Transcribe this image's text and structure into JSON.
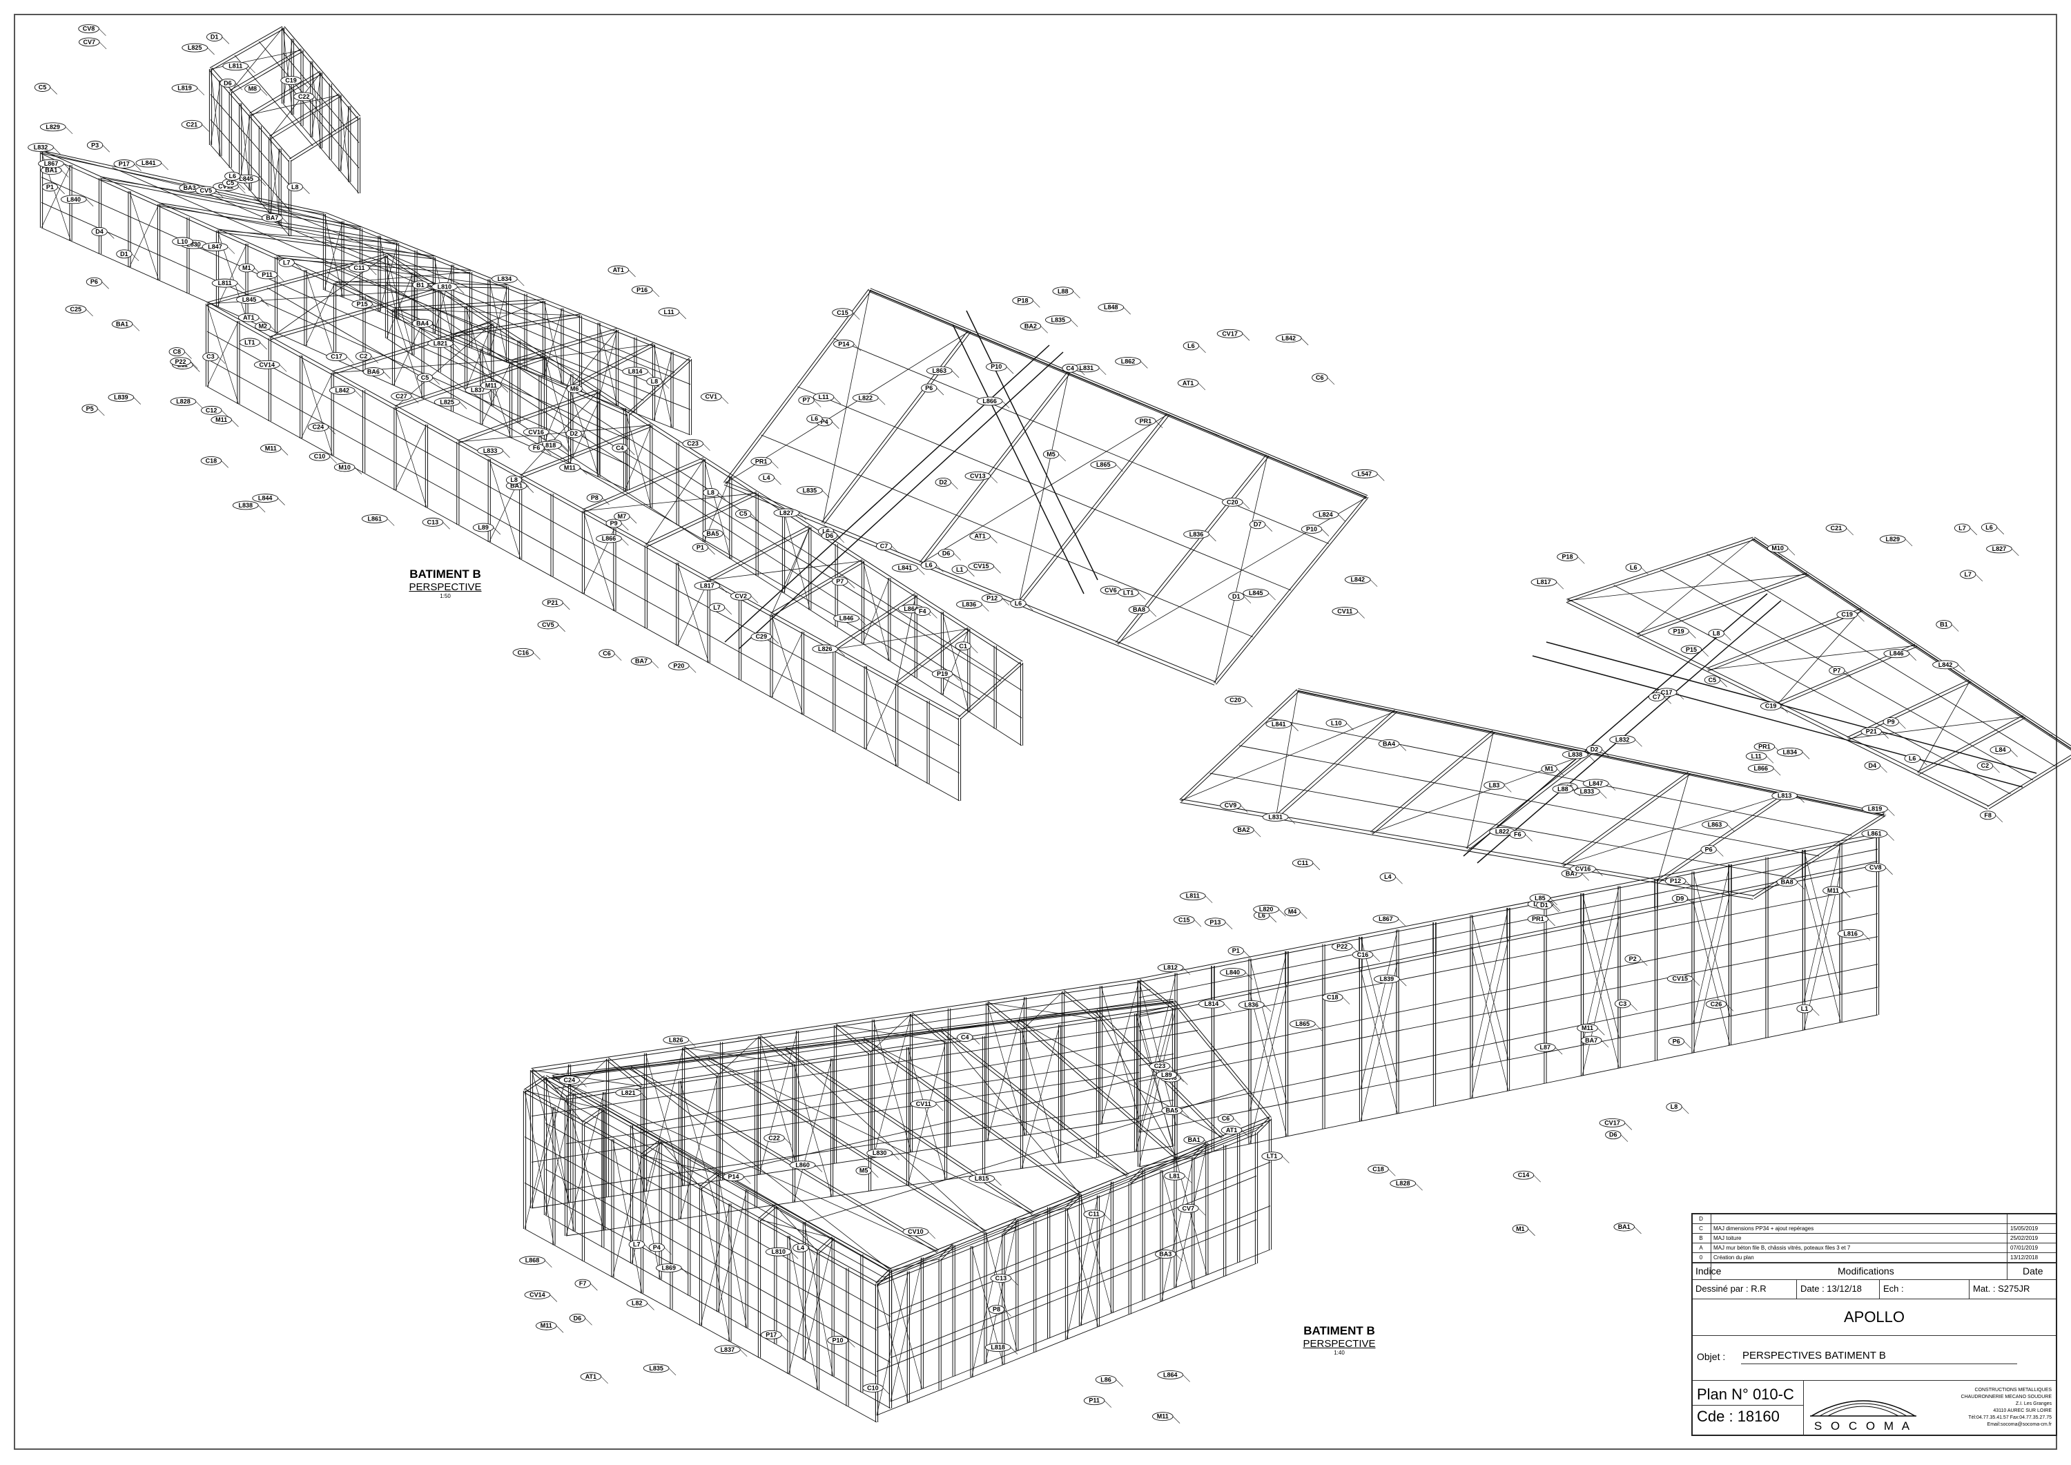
{
  "views": [
    {
      "title": "BATIMENT B",
      "subtitle": "PERSPECTIVE",
      "scale": "1:50"
    },
    {
      "title": "BATIMENT B",
      "subtitle": "PERSPECTIVE",
      "scale": "1:40"
    }
  ],
  "tags_top": [
    "L830",
    "M2",
    "BA5",
    "P7",
    "CV11",
    "M10",
    "L11",
    "L831",
    "M8",
    "L837",
    "M6",
    "CV11",
    "L840",
    "L11",
    "P1",
    "AT1",
    "P5",
    "BA4",
    "L4",
    "C7",
    "L841",
    "L838",
    "C6",
    "C4",
    "C5",
    "D2",
    "R2",
    "L835",
    "P1",
    "CV16",
    "CV13",
    "M5",
    "C8",
    "C5",
    "C4",
    "CV17",
    "BA1",
    "M7",
    "C1",
    "C20",
    "D1",
    "C2",
    "P8",
    "L836",
    "L839",
    "C3",
    "L827",
    "L846",
    "L11",
    "M11",
    "CV5",
    "C6",
    "C5",
    "L818",
    "L826",
    "L6",
    "CV7",
    "M1",
    "C29",
    "L842",
    "L825",
    "L842",
    "BA1",
    "P6",
    "C19",
    "L7",
    "P7",
    "BA2",
    "BA3",
    "C18",
    "L7",
    "P12",
    "P11",
    "C17",
    "C16",
    "C15",
    "P3",
    "M11",
    "L8",
    "CV6",
    "CV5",
    "L844",
    "L6",
    "L824",
    "L828",
    "L814",
    "CV2",
    "L845",
    "C12",
    "L8",
    "CV1",
    "L547",
    "L845",
    "M11",
    "C5",
    "P10",
    "BA1",
    "C13",
    "P4",
    "L6",
    "D4",
    "C11",
    "AT1",
    "L6",
    "P6",
    "C10",
    "BA7",
    "PR1",
    "C22",
    "BA6",
    "D6",
    "P14",
    "C21",
    "C27",
    "L8",
    "D6",
    "L10",
    "P16",
    "C23",
    "P18",
    "C25",
    "AT1",
    "PR1",
    "P10",
    "BA7",
    "C24",
    "P19",
    "L6",
    "L8",
    "AT1",
    "P21",
    "BA8",
    "P17",
    "P15",
    "L1",
    "D7",
    "D1",
    "M11",
    "CV15",
    "L866",
    "L847",
    "CV14",
    "L864",
    "L865",
    "L6",
    "L845",
    "P20",
    "D1",
    "P22",
    "B1",
    "D2",
    "L863",
    "L867",
    "L861",
    "L841",
    "L848",
    "L819",
    "L821",
    "L866",
    "L862",
    "L811",
    "L810",
    "L89",
    "L88",
    "L811",
    "LT1",
    "L817",
    "L842",
    "CV8",
    "P9",
    "F4",
    "LT1",
    "L832",
    "L834",
    "L835",
    "L836",
    "D6",
    "F6",
    "L833",
    "L822",
    "L829",
    "L825"
  ],
  "tags_bottom": [
    "P21",
    "BA8",
    "AT1",
    "L6",
    "L8",
    "C26",
    "D6",
    "PR1",
    "P19",
    "BA7",
    "C24",
    "C23",
    "P18",
    "L1",
    "P17",
    "P6",
    "PR1",
    "BA7",
    "C22",
    "AT1",
    "L6",
    "C19",
    "P14",
    "L8",
    "C21",
    "L10",
    "C13",
    "BA6",
    "L6",
    "P6",
    "C10",
    "C14",
    "P15",
    "L4",
    "C11",
    "D6",
    "D4",
    "C11",
    "P10",
    "BA1",
    "L7",
    "C17",
    "P11",
    "C18",
    "L6",
    "C16",
    "M11",
    "C15",
    "P7",
    "BA2",
    "BA3",
    "C18",
    "L7",
    "P12",
    "P8",
    "BA1",
    "C19",
    "C20",
    "L7",
    "P13",
    "P9",
    "BA4",
    "L830",
    "BA5",
    "M10",
    "L831",
    "L4",
    "C6",
    "C7",
    "P1",
    "CV11",
    "M4",
    "C5",
    "L841",
    "M5",
    "L840",
    "L838",
    "L839",
    "L837",
    "P2",
    "C2",
    "D2",
    "C4",
    "C3",
    "L842",
    "M11",
    "L826",
    "L828",
    "L827",
    "M1",
    "L818",
    "CV7",
    "L817",
    "L816",
    "L815",
    "L812",
    "L813",
    "L814",
    "CV14",
    "M11",
    "L866",
    "L865",
    "L864",
    "P22",
    "B1",
    "D1",
    "L868",
    "L867",
    "L861",
    "L863",
    "L869",
    "D9",
    "F8",
    "P16",
    "L860",
    "CV15",
    "L846",
    "L847",
    "M11",
    "L840",
    "L829",
    "L822",
    "L821",
    "L820",
    "L819",
    "L811",
    "L810",
    "L89",
    "L88",
    "L87",
    "L86",
    "L85",
    "L84",
    "L83",
    "L82",
    "L81",
    "CV16",
    "L834",
    "L835",
    "L836",
    "L833",
    "L832",
    "F7",
    "LT1",
    "CV8",
    "CV9",
    "CV10",
    "CV17",
    "L11",
    "F6",
    "P4",
    "M1"
  ],
  "title_block": {
    "modifications": [
      {
        "index": "D",
        "description": "",
        "date": ""
      },
      {
        "index": "C",
        "description": "MAJ dimensions PP34 + ajout repérages",
        "date": "15/05/2019"
      },
      {
        "index": "B",
        "description": "MAJ toiture",
        "date": "25/02/2019"
      },
      {
        "index": "A",
        "description": "MAJ mur béton file B, châssis vitrés, poteaux files 3 et 7",
        "date": "07/01/2019"
      },
      {
        "index": "0",
        "description": "Création du plan",
        "date": "13/12/2018"
      }
    ],
    "header_index": "Indice",
    "header_modifications": "Modifications",
    "header_date": "Date",
    "drawn_by": "Dessiné par : R.R",
    "date": "Date : 13/12/18",
    "scale": "Ech :",
    "mat": "Mat. : S275JR",
    "project": "APOLLO",
    "object_label": "Objet :",
    "object_value": "PERSPECTIVES   BATIMENT B",
    "plan_no": "Plan N°  010-C",
    "order_no": "Cde :  18160",
    "company_lines": [
      "CONSTRUCTIONS METALLIQUES",
      "CHAUDRONNERIE MECANO SOUDURE",
      "Z.I. Les Granges",
      "43110 AUREC SUR LOIRE",
      "Tél:04.77.35.41.57 Fax:04.77.35.27.75",
      "Email:socoma@socoma-cm.fr"
    ],
    "logo_text": "S O C O M A"
  }
}
